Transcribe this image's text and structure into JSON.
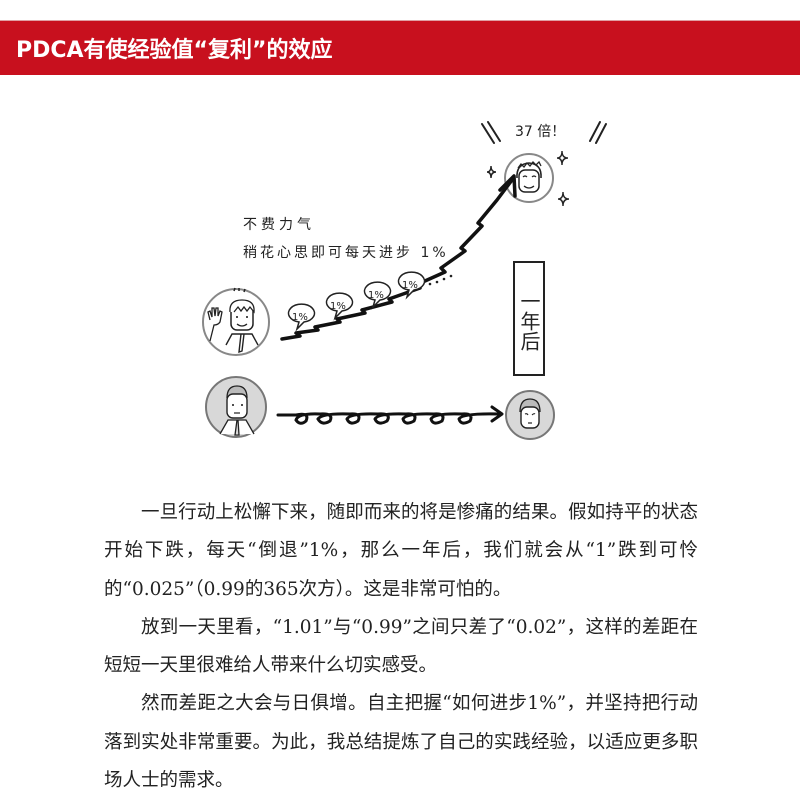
{
  "header": {
    "title": "PDCA有使经验值“复利”的效应",
    "background_color": "#c8101e",
    "text_color": "#ffffff"
  },
  "illustration": {
    "caption_line1": "不费力气",
    "caption_line2": "稍花心思即可每天进步 1%",
    "result_label": "37 倍！",
    "year_label": "一年后",
    "step_bubbles": [
      "1%",
      "1%",
      "1%",
      "1%"
    ],
    "ellipsis": "····",
    "figures": [
      {
        "name": "improving-person",
        "expression": "smiling, waving"
      },
      {
        "name": "stagnant-person",
        "expression": "neutral"
      },
      {
        "name": "successful-person",
        "expression": "happy"
      },
      {
        "name": "declined-person",
        "expression": "sad"
      }
    ]
  },
  "body": {
    "paragraphs": [
      "一旦行动上松懈下来，随即而来的将是惨痛的结果。假如持平的状态开始下跌，每天“倒退”1%，那么一年后，我们就会从“1”跌到可怜的“0.025”（0.99的365次方）。这是非常可怕的。",
      "放到一天里看，“1.01”与“0.99”之间只差了“0.02”，这样的差距在短短一天里很难给人带来什么切实感受。",
      "然而差距之大会与日俱增。自主把握“如何进步1%”，并坚持把行动落到实处非常重要。为此，我总结提炼了自己的实践经验，以适应更多职场人士的需求。"
    ]
  }
}
